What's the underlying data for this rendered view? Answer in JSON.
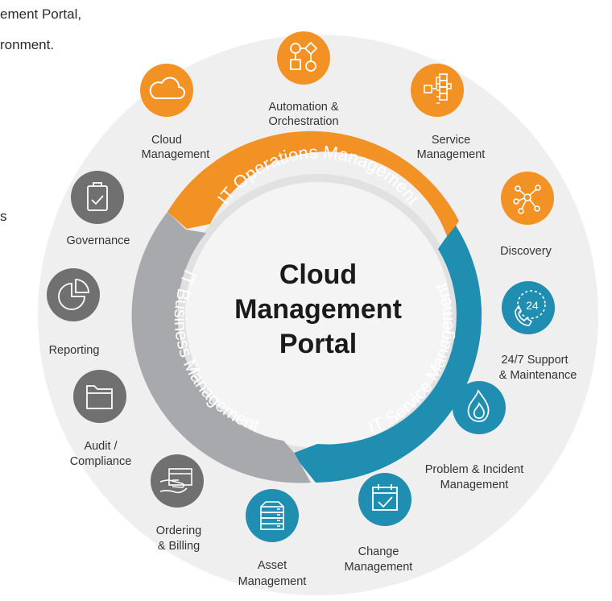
{
  "intro_text": {
    "line1": "ement Portal,",
    "line2": "ronment.",
    "fragment": "s"
  },
  "diagram": {
    "center_title_lines": [
      "Cloud",
      "Management",
      "Portal"
    ],
    "ring_segments": [
      {
        "name": "IT Operations Management",
        "color": "#f39224"
      },
      {
        "name": "IT Service Management",
        "color": "#1f8eb0"
      },
      {
        "name": "IT Business Management",
        "color": "#a7a9ac"
      }
    ],
    "items": [
      {
        "id": "cloud-management",
        "icon": "cloud-icon",
        "color": "#f39224",
        "lines": [
          "Cloud",
          "Management"
        ]
      },
      {
        "id": "automation-orchestration",
        "icon": "workflow-icon",
        "color": "#f39224",
        "lines": [
          "Automation &",
          "Orchestration"
        ]
      },
      {
        "id": "service-management",
        "icon": "org-chart-icon",
        "color": "#f39224",
        "lines": [
          "Service",
          "Management"
        ]
      },
      {
        "id": "discovery",
        "icon": "network-icon",
        "color": "#f39224",
        "lines": [
          "Discovery"
        ]
      },
      {
        "id": "support-maintenance",
        "icon": "phone-24-icon",
        "color": "#1f8eb0",
        "lines": [
          "24/7 Support",
          "& Maintenance"
        ],
        "badge": "24"
      },
      {
        "id": "problem-incident",
        "icon": "flame-icon",
        "color": "#1f8eb0",
        "lines": [
          "Problem & Incident",
          "Management"
        ]
      },
      {
        "id": "change-management",
        "icon": "calendar-check-icon",
        "color": "#1f8eb0",
        "lines": [
          "Change",
          "Management"
        ]
      },
      {
        "id": "asset-management",
        "icon": "server-icon",
        "color": "#1f8eb0",
        "lines": [
          "Asset",
          "Management"
        ]
      },
      {
        "id": "ordering-billing",
        "icon": "credit-card-icon",
        "color": "#707070",
        "lines": [
          "Ordering",
          "& Billing"
        ]
      },
      {
        "id": "audit-compliance",
        "icon": "folder-icon",
        "color": "#707070",
        "lines": [
          "Audit /",
          "Compliance"
        ]
      },
      {
        "id": "reporting",
        "icon": "pie-chart-icon",
        "color": "#707070",
        "lines": [
          "Reporting"
        ]
      },
      {
        "id": "governance",
        "icon": "clipboard-check-icon",
        "color": "#707070",
        "lines": [
          "Governance"
        ]
      }
    ]
  }
}
